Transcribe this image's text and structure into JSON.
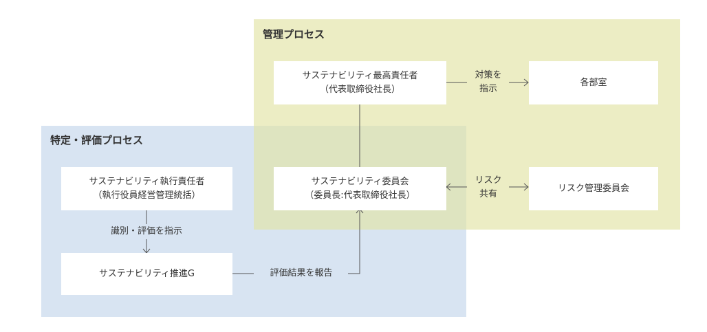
{
  "regions": {
    "management": {
      "title": "管理プロセス"
    },
    "identification": {
      "title": "特定・評価プロセス"
    }
  },
  "nodes": {
    "cso": {
      "line1": "サステナビリティ最高責任者",
      "line2": "（代表取締役社長）"
    },
    "departments": {
      "line1": "各部室"
    },
    "committee": {
      "line1": "サステナビリティ委員会",
      "line2": "（委員長:代表取締役社長）"
    },
    "risk_committee": {
      "line1": "リスク管理委員会"
    },
    "exec_officer": {
      "line1": "サステナビリティ執行責任者",
      "line2": "（執行役員経営管理統括）"
    },
    "promotion_group": {
      "line1": "サステナビリティ推進G"
    }
  },
  "edges": {
    "cso_to_departments": {
      "line1": "対策を",
      "line2": "指示"
    },
    "committee_risk_share": {
      "line1": "リスク",
      "line2": "共有"
    },
    "exec_to_promotion": {
      "line1": "識別・評価を指示"
    },
    "promotion_to_committee": {
      "line1": "評価結果を報告"
    }
  },
  "colors": {
    "management_region": "#e2e3a5",
    "identification_region": "#b8cee8",
    "overlap": "#c9d2b2",
    "box": "#ffffff",
    "line": "#555555"
  }
}
